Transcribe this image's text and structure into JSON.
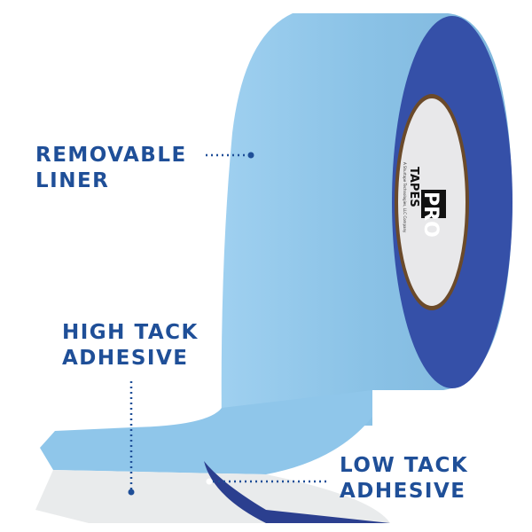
{
  "labels": {
    "removable_liner": [
      "REMOVABLE",
      "LINER"
    ],
    "high_tack": [
      "HIGH TACK",
      "ADHESIVE"
    ],
    "low_tack": [
      "LOW TACK",
      "ADHESIVE"
    ]
  },
  "logo": {
    "brand": "PRO",
    "sub": "TAPES",
    "tagline": "A Shurtape Technologies, LLC Company"
  },
  "colors": {
    "label": "#1f4f98",
    "liner": "#8fc6ea",
    "adhesive": "#2b3f8f",
    "core": "#e8e8ea"
  }
}
